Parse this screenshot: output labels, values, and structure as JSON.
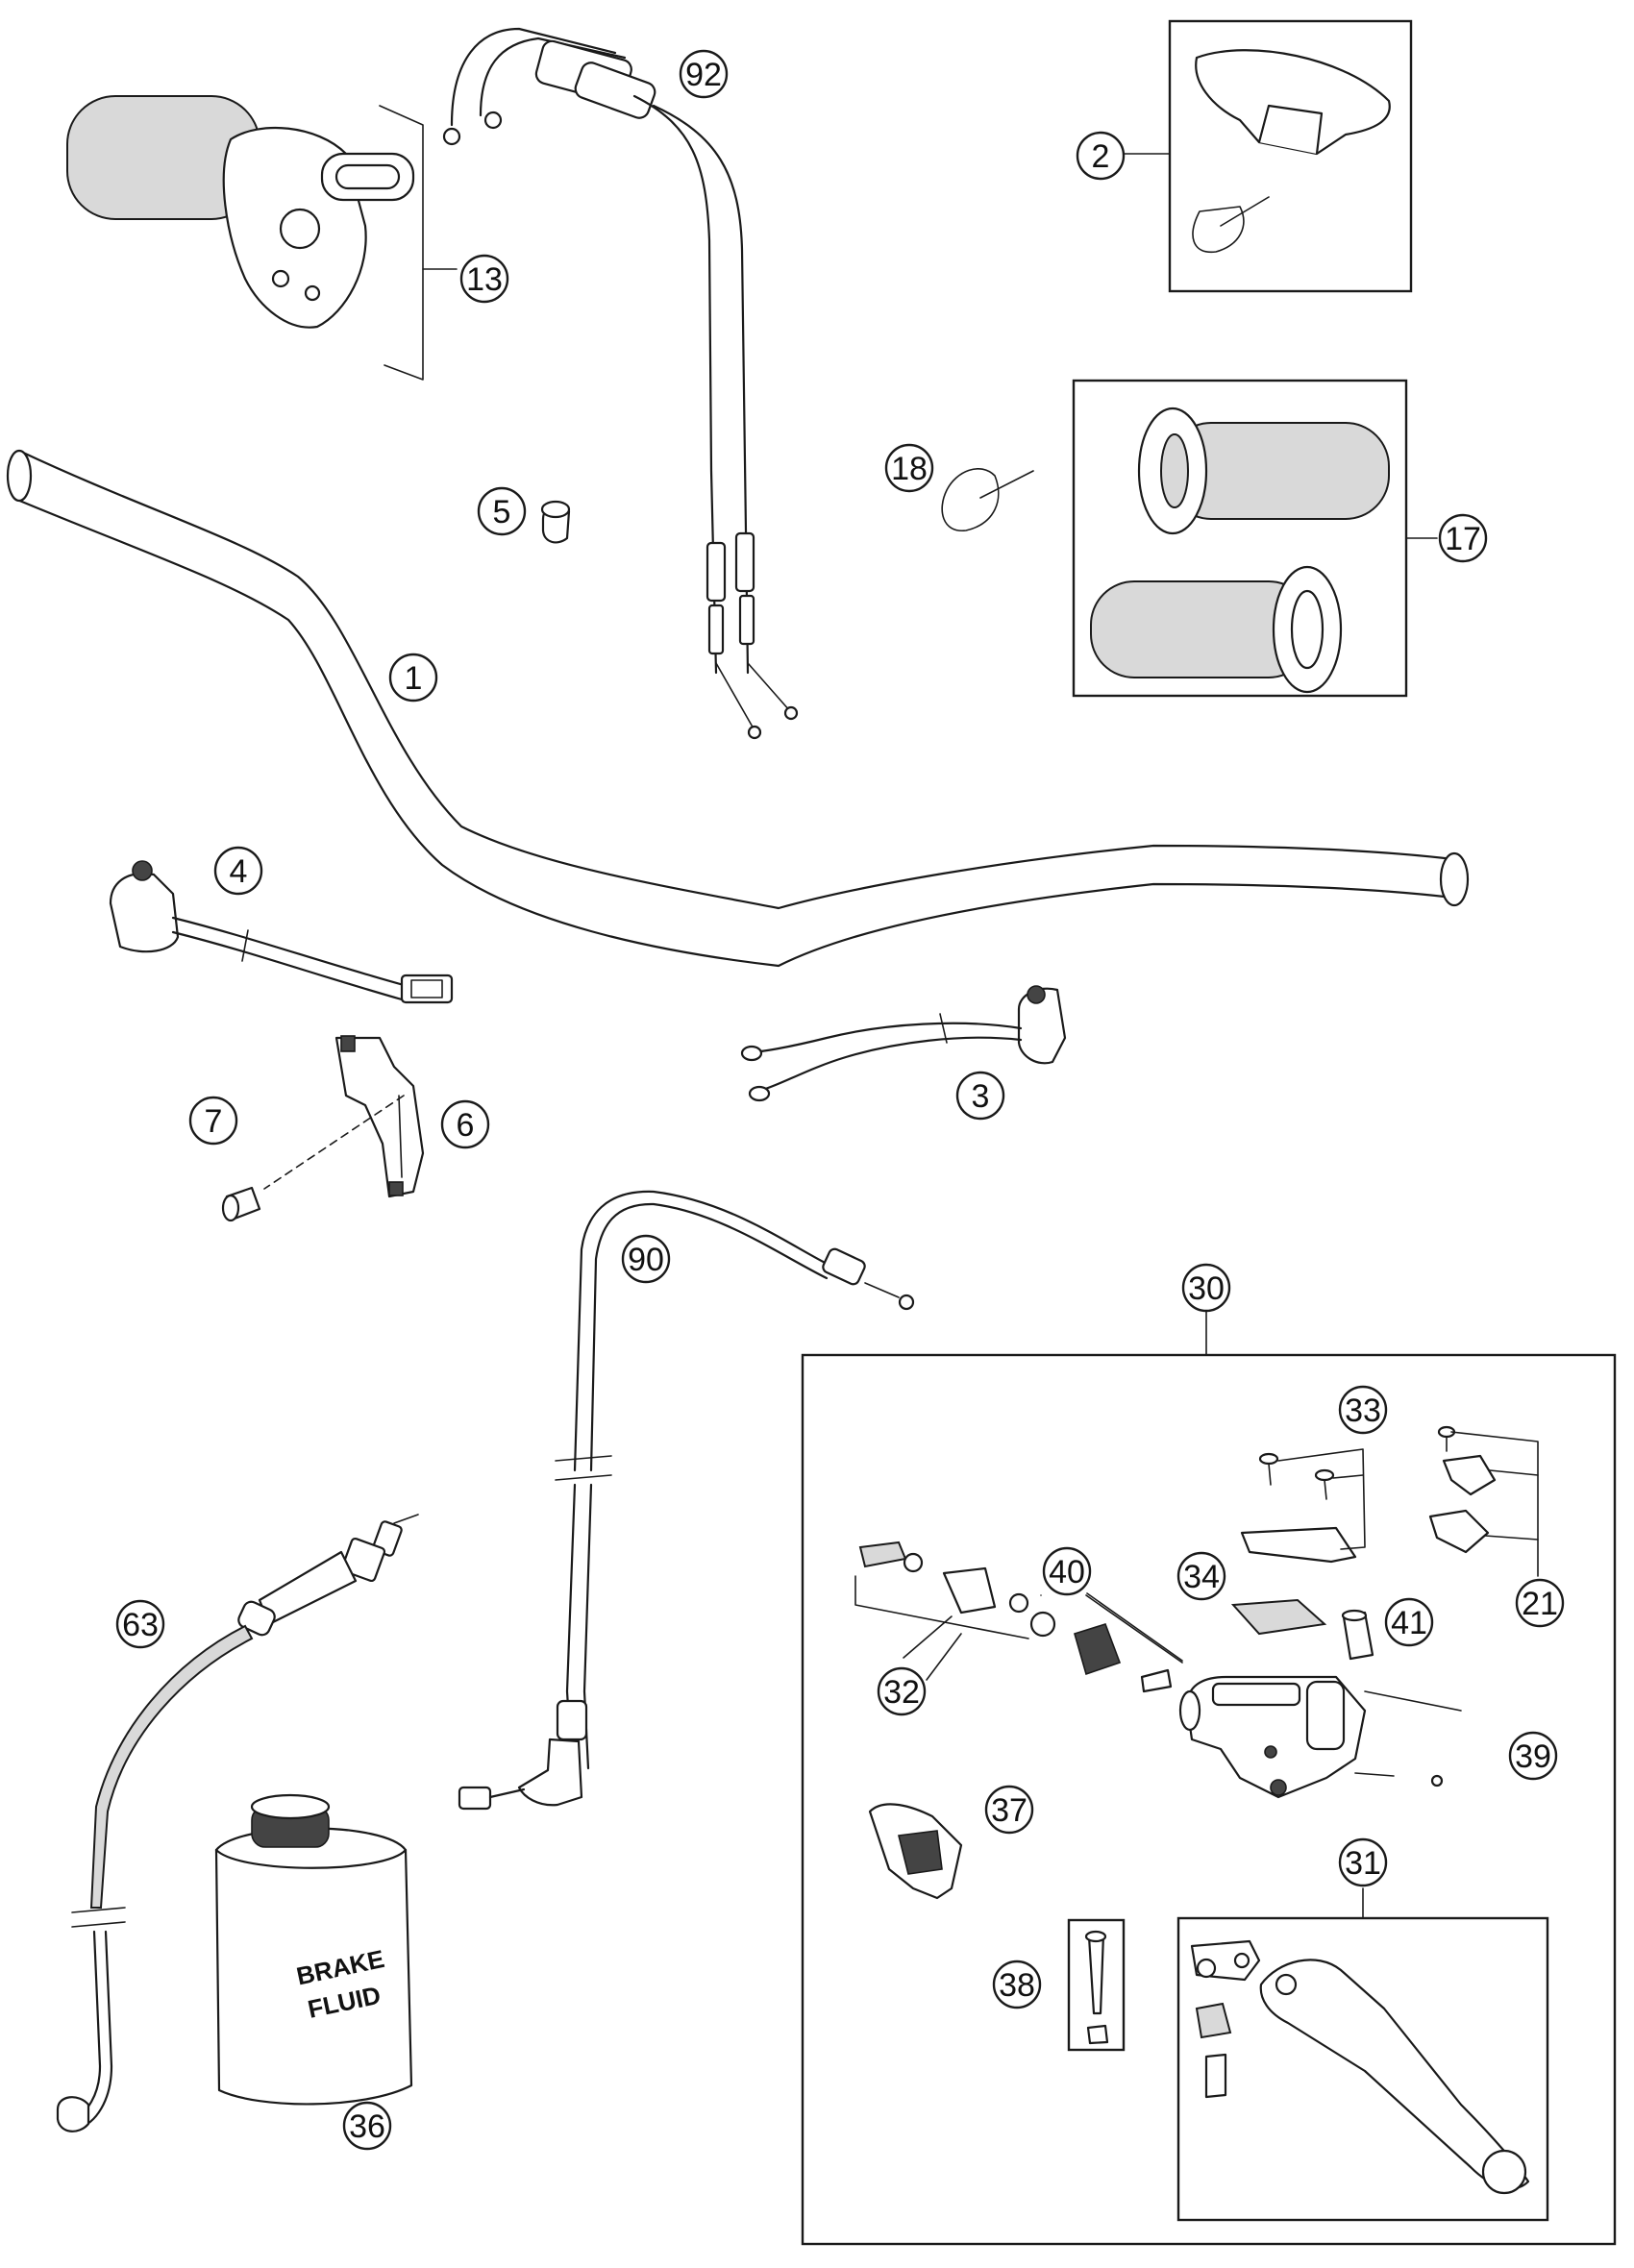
{
  "labels": [
    {
      "id": "92",
      "text": "92"
    },
    {
      "id": "13",
      "text": "13"
    },
    {
      "id": "2",
      "text": "2"
    },
    {
      "id": "18",
      "text": "18"
    },
    {
      "id": "17",
      "text": "17"
    },
    {
      "id": "5",
      "text": "5"
    },
    {
      "id": "1",
      "text": "1"
    },
    {
      "id": "4",
      "text": "4"
    },
    {
      "id": "3",
      "text": "3"
    },
    {
      "id": "7",
      "text": "7"
    },
    {
      "id": "6",
      "text": "6"
    },
    {
      "id": "90",
      "text": "90"
    },
    {
      "id": "30",
      "text": "30"
    },
    {
      "id": "33",
      "text": "33"
    },
    {
      "id": "21",
      "text": "21"
    },
    {
      "id": "63",
      "text": "63"
    },
    {
      "id": "40",
      "text": "40"
    },
    {
      "id": "34",
      "text": "34"
    },
    {
      "id": "41",
      "text": "41"
    },
    {
      "id": "32",
      "text": "32"
    },
    {
      "id": "39",
      "text": "39"
    },
    {
      "id": "37",
      "text": "37"
    },
    {
      "id": "31",
      "text": "31"
    },
    {
      "id": "38",
      "text": "38"
    },
    {
      "id": "36",
      "text": "36"
    }
  ],
  "bottle_text": {
    "line1": "BRAKE",
    "line2": "FLUID"
  }
}
